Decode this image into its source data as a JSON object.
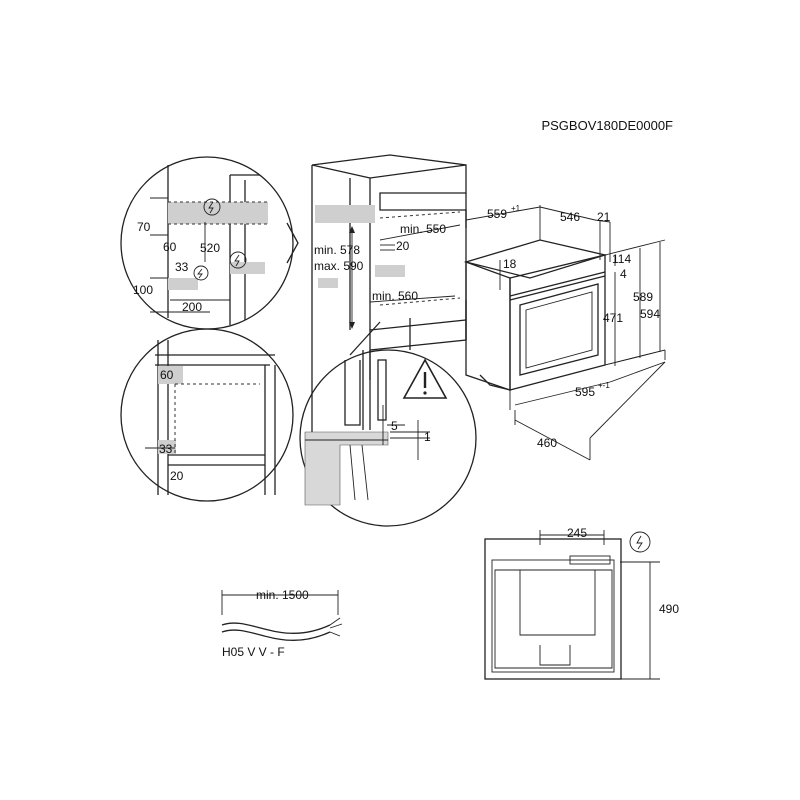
{
  "model_code": "PSGBOV180DE0000F",
  "niche": {
    "min_height_labels": [
      "min. 578",
      "max. 590"
    ],
    "min_width": "min. 560",
    "min_depth": "min. 550",
    "gap": "20"
  },
  "detail_top": {
    "dims": [
      "70",
      "60",
      "520",
      "33",
      "100",
      "200"
    ]
  },
  "detail_side": {
    "dims": [
      "60",
      "33",
      "20"
    ]
  },
  "detail_mount": {
    "dims": [
      "5",
      "1"
    ]
  },
  "oven": {
    "depth_total": "559",
    "depth_total_tol": "+1",
    "depth_body": "546",
    "door": "21",
    "top_offset": "18",
    "top_panel": "114",
    "small_gap": "4",
    "door_height": "471",
    "height_body": "589",
    "height_total": "594",
    "width": "595",
    "width_tol": "+-1",
    "base_depth": "460"
  },
  "rear_view": {
    "width": "245",
    "height": "490"
  },
  "cable": {
    "length": "min. 1500",
    "type": "H05 V V - F"
  },
  "icons": [
    "electric-plug-symbol-icon",
    "warning-triangle-icon"
  ]
}
